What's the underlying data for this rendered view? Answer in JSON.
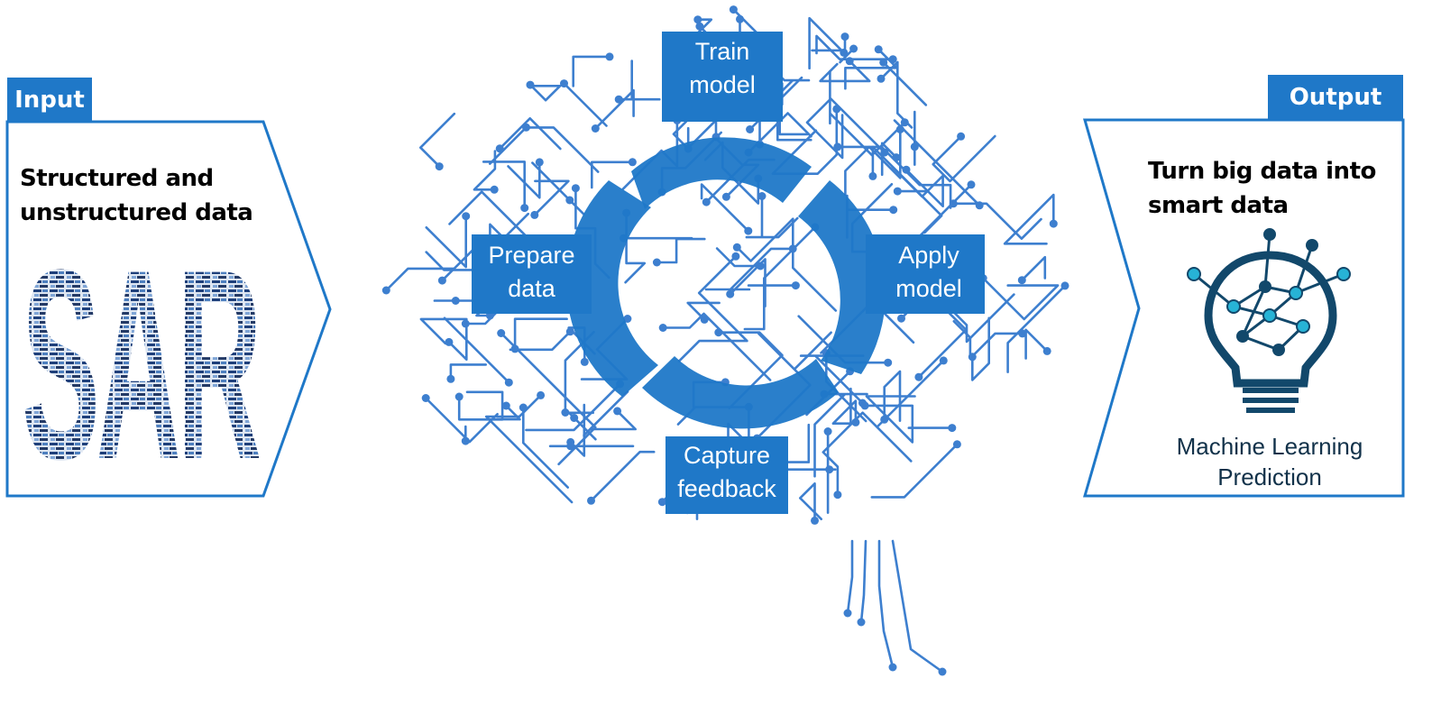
{
  "colors": {
    "accent": "#1f78c8",
    "circuit": "#3d7fcf",
    "panel_border": "#1f78c8",
    "bulb_dark": "#12486b",
    "bulb_node_light": "#27b3d6"
  },
  "input": {
    "tag": "Input",
    "title": "Structured and\nunstructured data",
    "graphic_letters": "SAR"
  },
  "cycle": {
    "steps": [
      {
        "label": "Train\nmodel"
      },
      {
        "label": "Apply\nmodel"
      },
      {
        "label": "Capture\nfeedback"
      },
      {
        "label": "Prepare\ndata"
      }
    ]
  },
  "output": {
    "tag": "Output",
    "title": "Turn big data into\nsmart data",
    "icon": "lightbulb-network-icon",
    "caption": "Machine Learning\nPrediction"
  }
}
